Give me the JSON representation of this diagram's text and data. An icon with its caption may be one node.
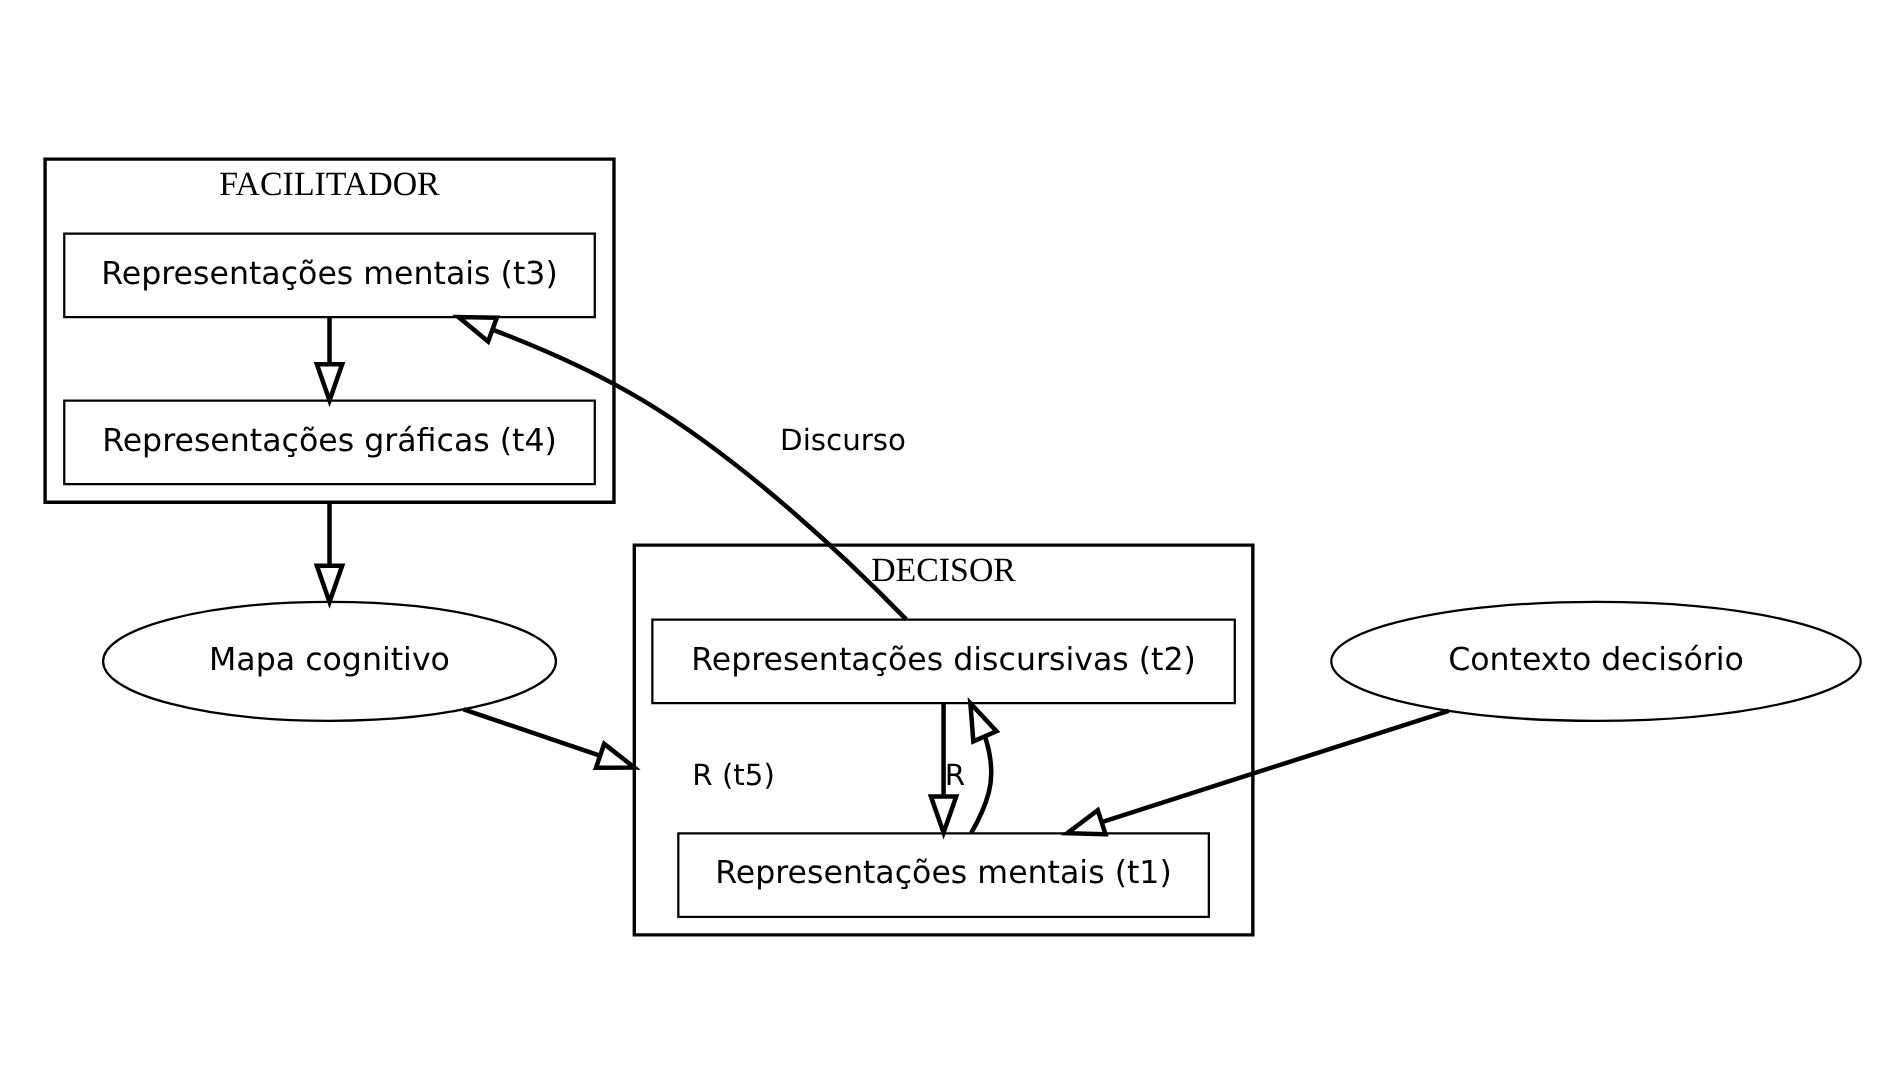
{
  "diagram": {
    "nodes": [
      {
        "text": [
          "FACILITADOR"
        ]
      },
      {
        "text": [
          "Representações mentais (t3)"
        ],
        "in": 0
      },
      {
        "text": [
          "Representações gráficas (t4)"
        ],
        "in": 0
      },
      {
        "text": [
          "DECISOR"
        ]
      },
      {
        "text": [
          "Representações discursivas (t2)"
        ],
        "in": 3
      },
      {
        "text": [
          "Representações mentais (t1)"
        ],
        "in": 3
      },
      {
        "text": [
          "Mapa cognitivo"
        ]
      },
      {
        "text": [
          "Contexto decisório"
        ]
      }
    ],
    "edges": [
      {
        "from": 4,
        "to": 1,
        "arrow": "to",
        "label": "Discurso"
      },
      {
        "from": 1,
        "to": 2,
        "arrow": "to"
      },
      {
        "from": 0,
        "to": 6,
        "arrow": "to"
      },
      {
        "from": 6,
        "to": 3,
        "arrow": "to",
        "label": "R (t5)"
      },
      {
        "from": 5,
        "to": 4,
        "arrow": "to"
      },
      {
        "from": 4,
        "to": 5,
        "arrow": "to",
        "label": "R"
      },
      {
        "from": 7,
        "to": 5,
        "arrow": "to"
      }
    ]
  }
}
